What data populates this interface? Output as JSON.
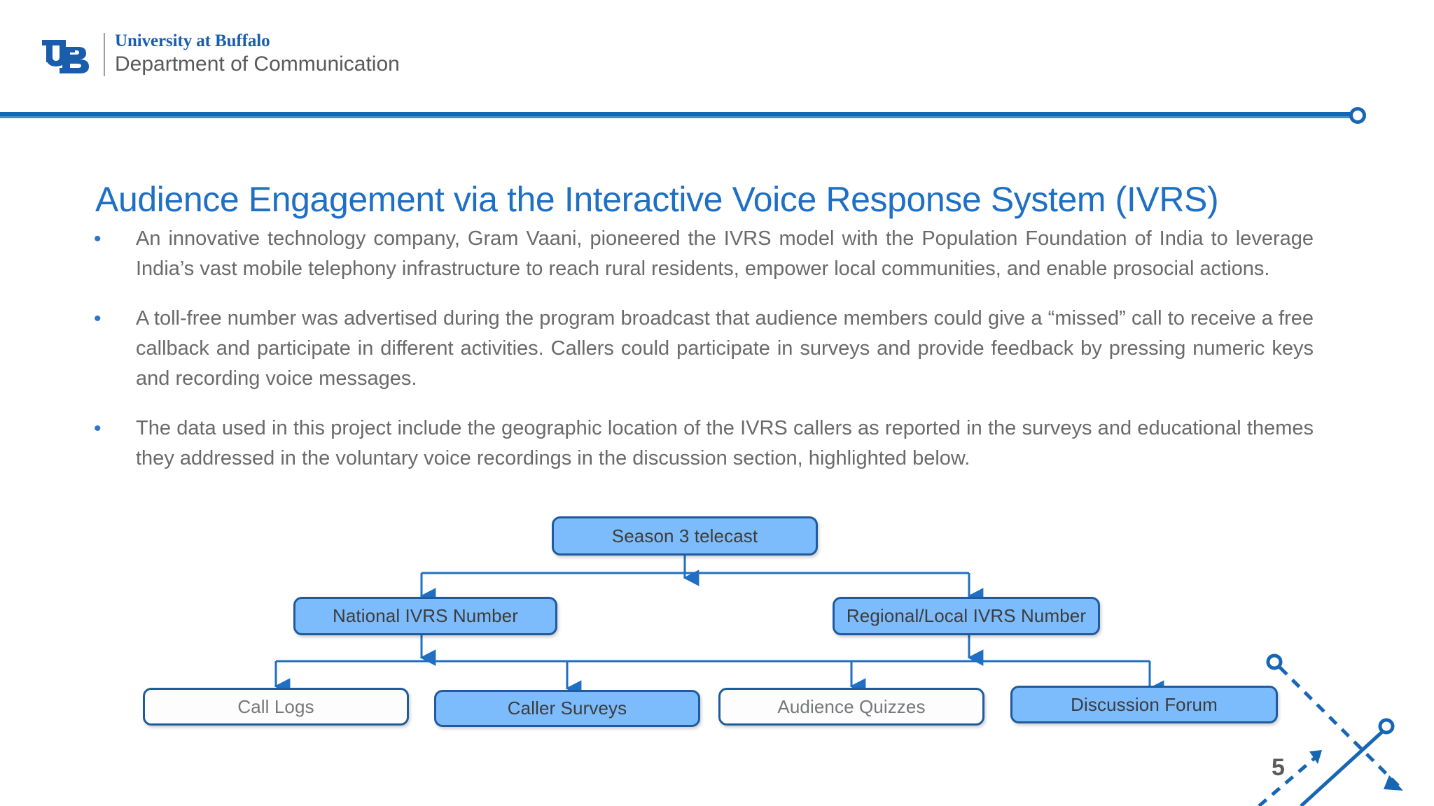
{
  "header": {
    "logo_icon": "ub-monogram-icon",
    "brand_line1": "University at Buffalo",
    "brand_line2": "Department of Communication",
    "rule_end_icon": "circle-terminator-icon",
    "accent_color": "#1766b3"
  },
  "title": "Audience Engagement via the Interactive Voice Response System (IVRS)",
  "title_color": "#1f6fc4",
  "bullets": [
    {
      "marker": "•",
      "text": "An innovative technology company, Gram Vaani, pioneered the IVRS model with the Population Foundation of India to leverage India’s vast mobile telephony infrastructure to reach rural residents, empower local communities, and enable prosocial actions."
    },
    {
      "marker": "•",
      "text": "A toll-free number was advertised during the program broadcast that audience members could give a “missed” call to receive a free callback and participate in different activities. Callers could participate in surveys and provide feedback by pressing numeric keys and recording voice messages."
    },
    {
      "marker": "•",
      "text": "The data used in this project include the geographic location of the IVRS callers as reported in the surveys and educational themes they addressed in the voluntary voice recordings in the discussion section, highlighted below."
    }
  ],
  "flowchart": {
    "type": "diagram",
    "fill_color": "#7cbcfc",
    "border_color": "#1f5b9e",
    "hollow_fill": "#fdfdfd",
    "connector_color": "#1f6fc4",
    "levels": [
      {
        "level": 1,
        "nodes": [
          {
            "id": "season-3-telecast",
            "label": "Season 3 telecast",
            "style": "filled"
          }
        ]
      },
      {
        "level": 2,
        "nodes": [
          {
            "id": "national-ivrs-number",
            "label": "National IVRS Number",
            "style": "filled"
          },
          {
            "id": "regional-local-ivrs-number",
            "label": "Regional/Local IVRS Number",
            "style": "filled"
          }
        ]
      },
      {
        "level": 3,
        "nodes": [
          {
            "id": "call-logs",
            "label": "Call Logs",
            "style": "hollow"
          },
          {
            "id": "caller-surveys",
            "label": "Caller Surveys",
            "style": "filled"
          },
          {
            "id": "audience-quizzes",
            "label": "Audience Quizzes",
            "style": "hollow"
          },
          {
            "id": "discussion-forum",
            "label": "Discussion Forum",
            "style": "filled"
          }
        ]
      }
    ]
  },
  "page_number": "5",
  "corner_decoration_icon": "dashed-arrows-decoration-icon"
}
